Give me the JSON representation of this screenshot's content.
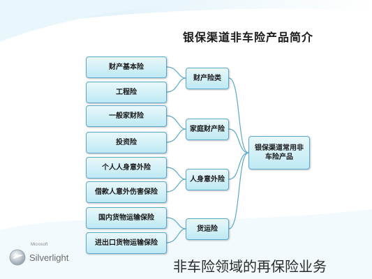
{
  "title": "银保渠道非车险产品简介",
  "root": "银保渠道常用非车险产品",
  "groups": [
    {
      "label": "财产险类",
      "items": [
        "财产基本险",
        "工程险"
      ]
    },
    {
      "label": "家庭财产险",
      "items": [
        "一般家财险",
        "投资险"
      ]
    },
    {
      "label": "人身意外险",
      "items": [
        "个人人身意外险",
        "借款人意外伤害保险"
      ]
    },
    {
      "label": "货运险",
      "items": [
        "国内货物运输保险",
        "进出口货物运输保险"
      ]
    }
  ],
  "logo": {
    "text": "Silverlight",
    "small": "Microsoft"
  },
  "watermark": "非车险领域的再保险业务"
}
